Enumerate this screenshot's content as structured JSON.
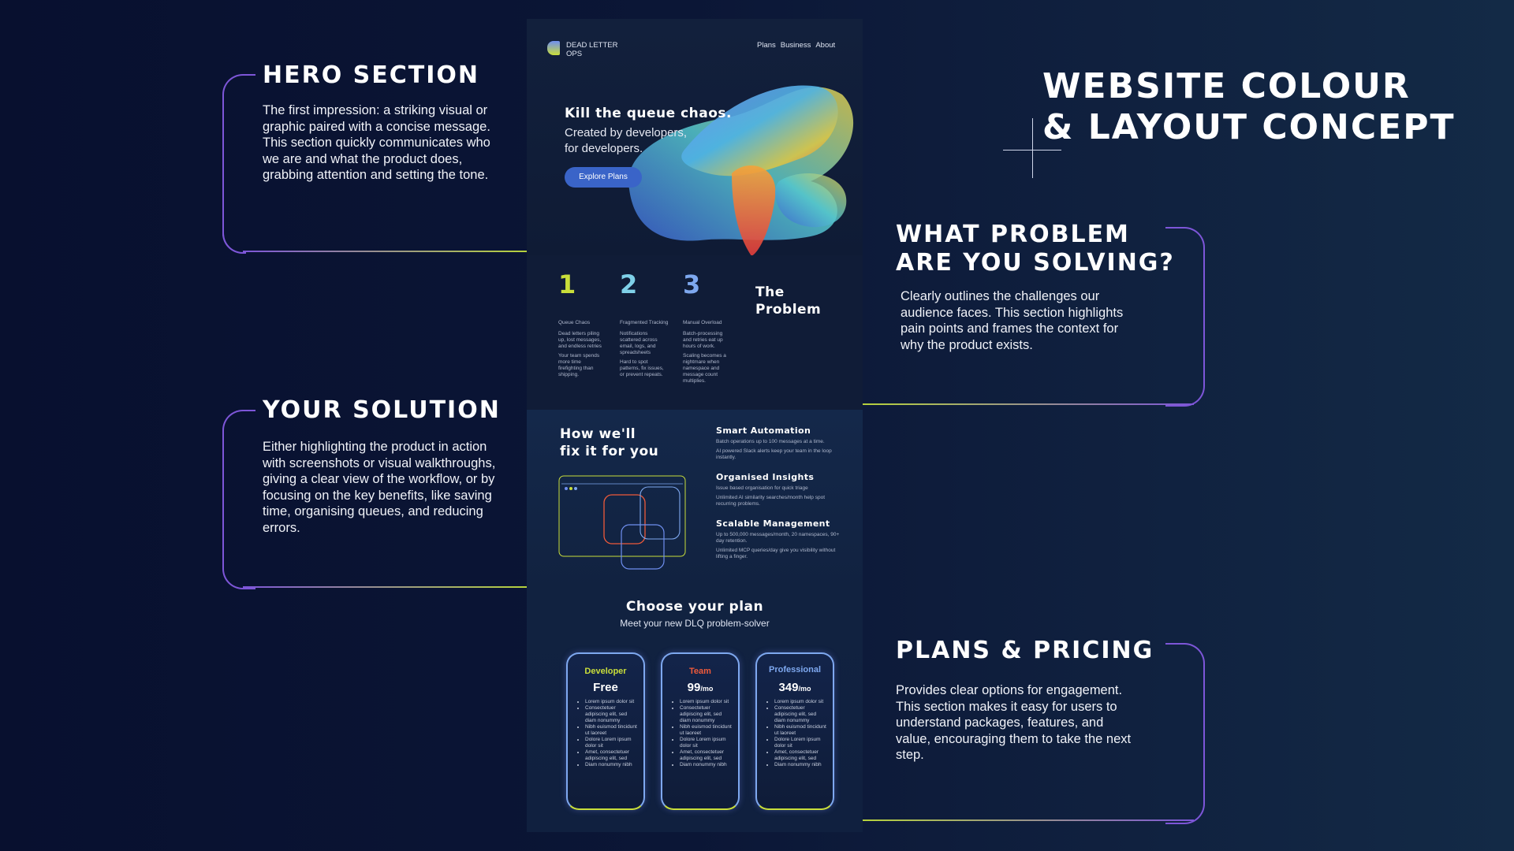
{
  "title": {
    "line1": "WEBSITE COLOUR",
    "line2": "& LAYOUT CONCEPT"
  },
  "annotations": {
    "hero": {
      "heading": "HERO SECTION",
      "body": "The first impression: a striking visual or graphic paired with a concise message. This section quickly communicates who we are and what the product does, grabbing attention and setting the tone."
    },
    "problem": {
      "heading_line1": "WHAT PROBLEM",
      "heading_line2": "ARE YOU SOLVING?",
      "body": "Clearly outlines the challenges our audience faces. This section highlights pain points and frames the context for why the product exists."
    },
    "solution": {
      "heading": "YOUR SOLUTION",
      "body": "Either highlighting the product in action with screenshots or visual walkthroughs, giving a clear view of the workflow, or by focusing on the key benefits, like saving time, organising queues, and reducing errors."
    },
    "pricing": {
      "heading": "PLANS & PRICING",
      "body": "Provides clear options for engagement. This section makes it easy for users to understand packages, features, and value, encouraging them to take the next step."
    }
  },
  "mockup": {
    "brand_line1": "DEAD LETTER",
    "brand_line2": "OPS",
    "nav": [
      "Plans",
      "Business",
      "About"
    ],
    "hero": {
      "headline": "Kill the queue chaos.",
      "sub1": "Created by developers,",
      "sub2": "for developers.",
      "cta": "Explore Plans"
    },
    "problem": {
      "title_line1": "The",
      "title_line2": "Problem",
      "items": [
        {
          "num": "1",
          "label": "Queue Chaos",
          "text1": "Dead letters piling up, lost messages, and endless retries",
          "text2": "Your team spends more time firefighting than shipping."
        },
        {
          "num": "2",
          "label": "Fragmented Tracking",
          "text1": "Notifications scattered across email, logs, and spreadsheets",
          "text2": "Hard to spot patterns, fix issues, or prevent repeats."
        },
        {
          "num": "3",
          "label": "Manual Overload",
          "text1": "Batch-processing and retries eat up hours of work.",
          "text2": "Scaling becomes a nightmare when namespace and message count multiplies."
        }
      ]
    },
    "solution": {
      "title_line1": "How we'll",
      "title_line2": "fix it for you",
      "features": [
        {
          "title": "Smart Automation",
          "text1": "Batch operations up to 100 messages at a time.",
          "text2": "AI powered Slack alerts keep your team in the loop instantly."
        },
        {
          "title": "Organised Insights",
          "text1": "Issue based organisation for quick triage",
          "text2": "Unlimited AI similarity searches/month help spot recurring problems."
        },
        {
          "title": "Scalable Management",
          "text1": "Up to 500,000 messages/month, 20 namespaces, 90+ day retention.",
          "text2": "Unlimited MCP queries/day give you visibility without lifting a finger."
        }
      ]
    },
    "pricing": {
      "title": "Choose your plan",
      "subtitle": "Meet your new DLQ problem-solver",
      "plans": [
        {
          "name": "Developer",
          "price": "Free",
          "per": "",
          "color": "#c9de3a"
        },
        {
          "name": "Team",
          "price": "99",
          "per": "/mo",
          "color": "#ef5a3a"
        },
        {
          "name": "Professional",
          "price": "349",
          "per": "/mo",
          "color": "#7ea8ef"
        }
      ],
      "features": [
        "Lorem ipsum dolor sit",
        "Consectetuer adipiscing elit, sed diam nonummy",
        "Nibh euismod tincidunt ut laoreet",
        "Dolore Lorem ipsum dolor sit",
        "Amet, consectetuer adipiscing elit, sed",
        "Diam nonummy nibh"
      ]
    }
  },
  "colors": {
    "accent_purple": "#7d56d8",
    "accent_lime": "#b6d23c",
    "button_blue": "#3a64c8"
  }
}
